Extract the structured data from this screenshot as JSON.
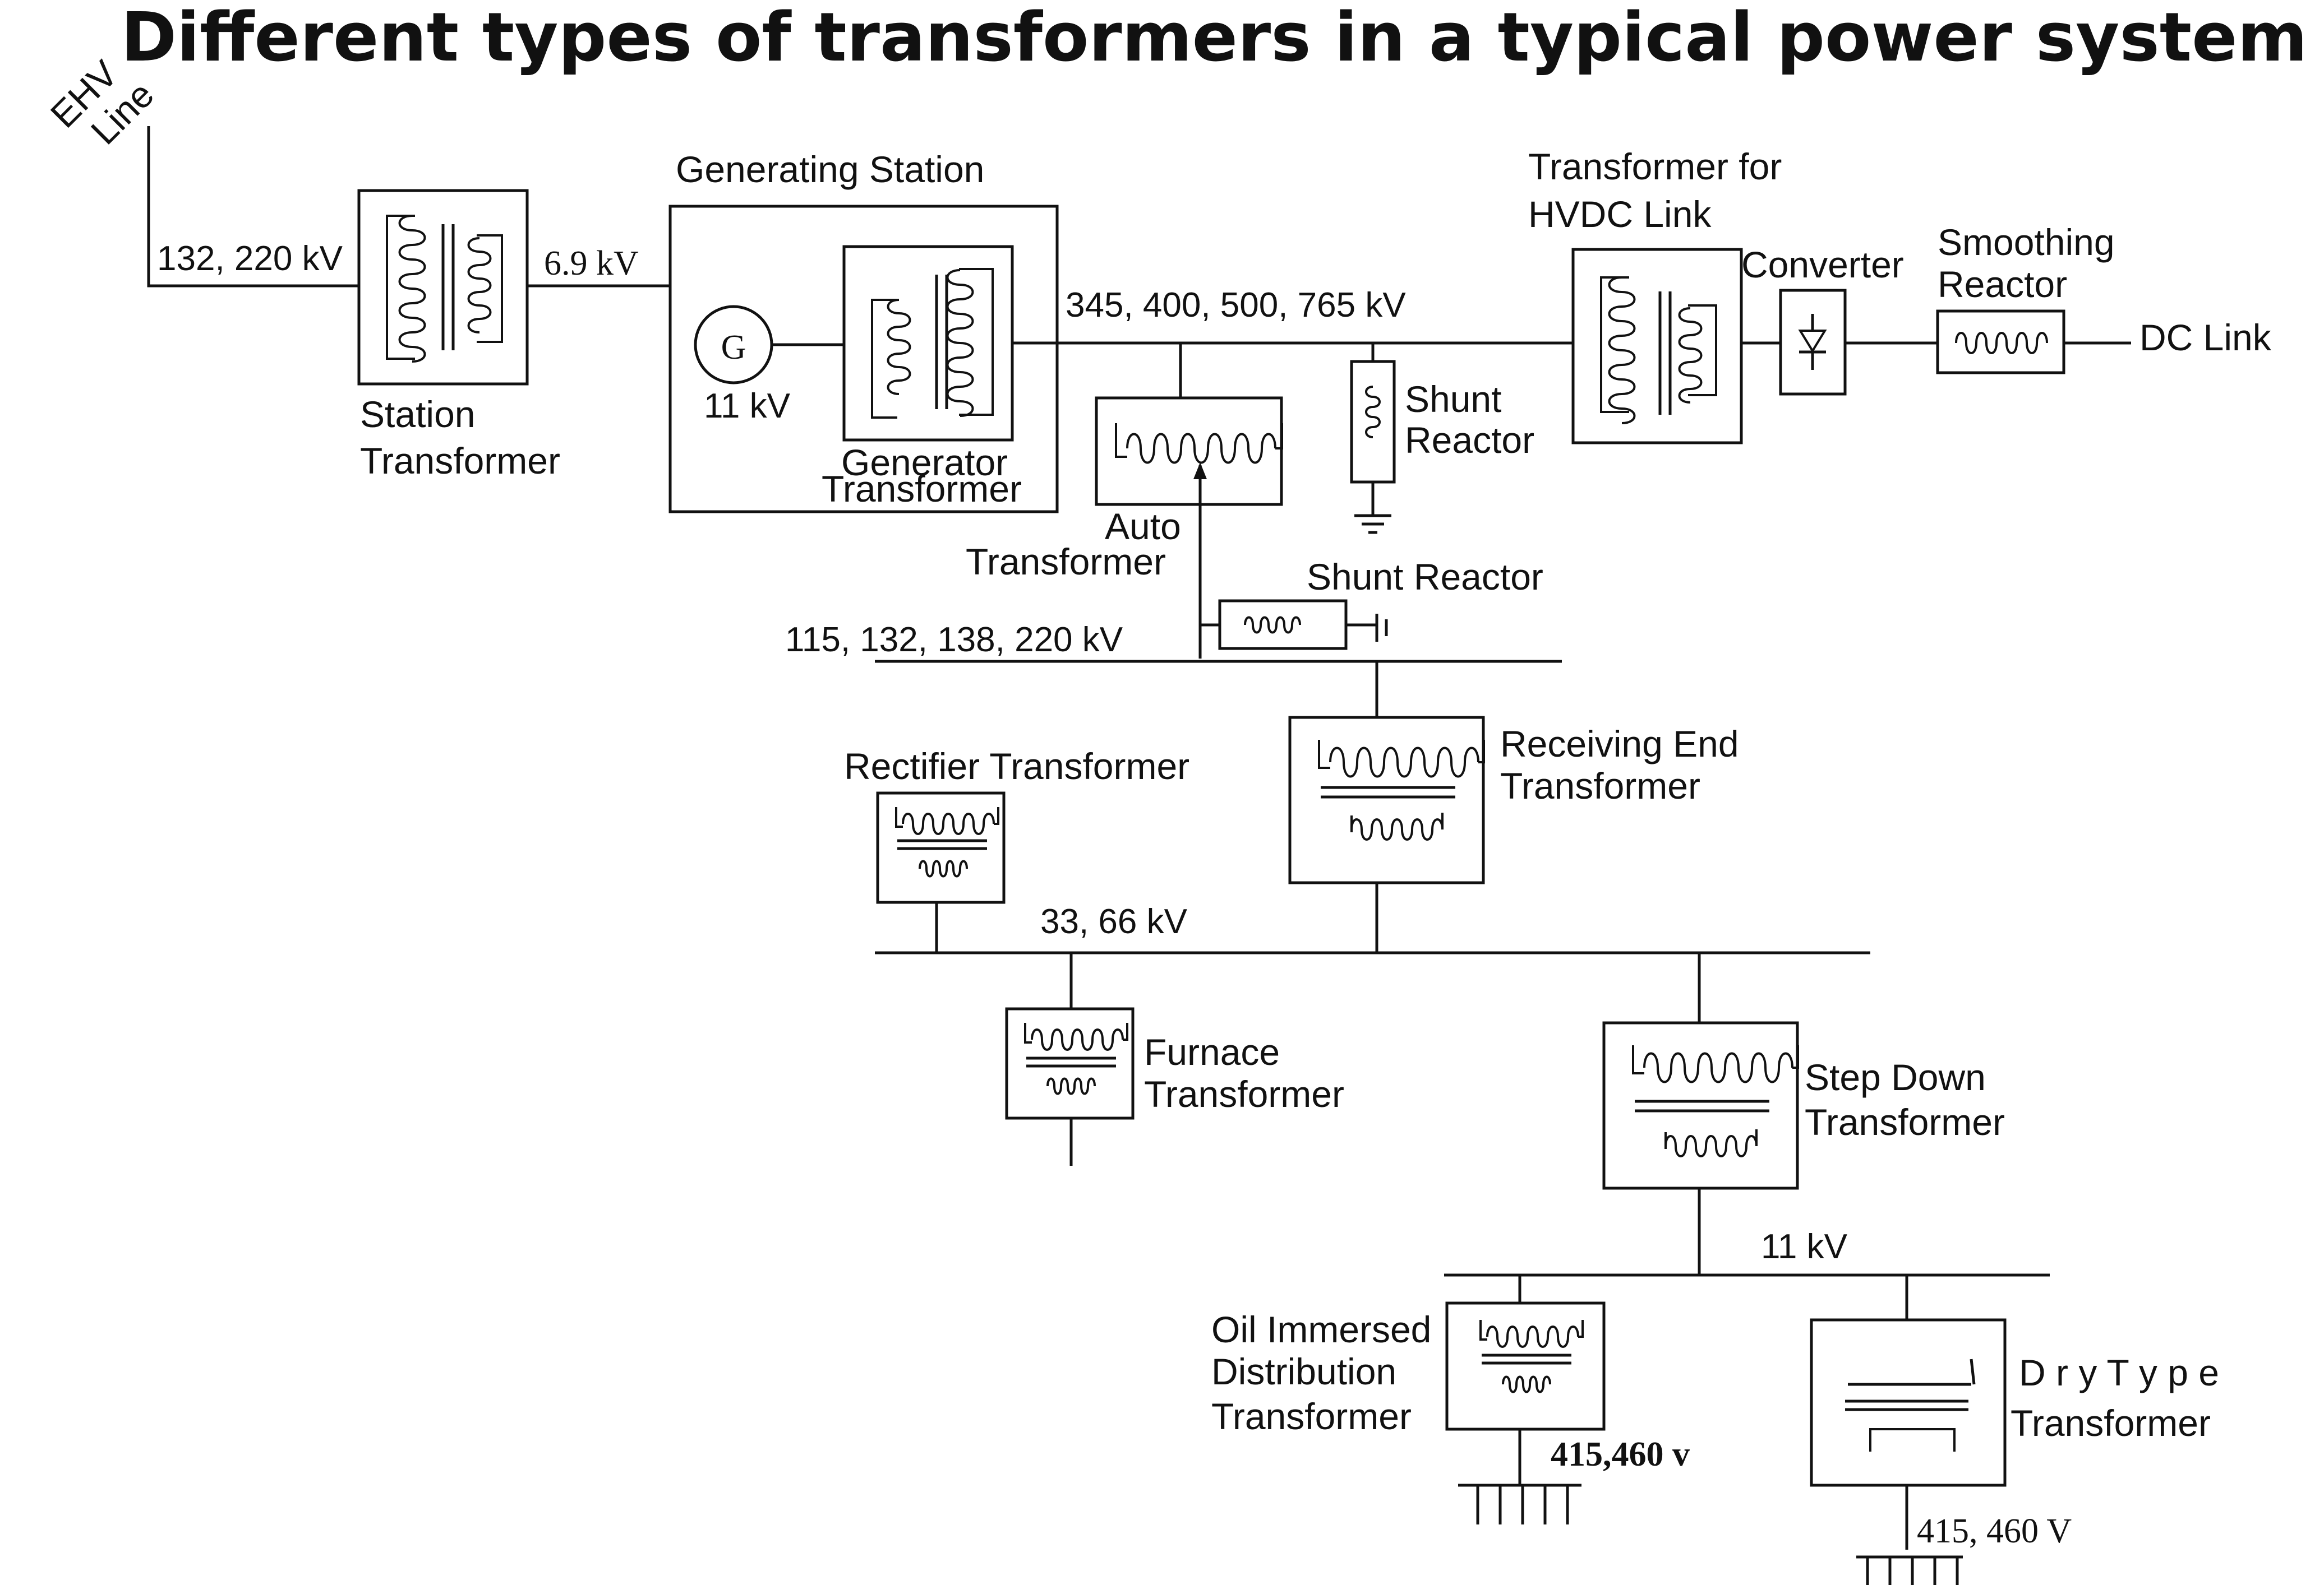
{
  "title": "Different types of transformers in a typical power system",
  "labels": {
    "ehv": "EHV",
    "line": "Line",
    "v_132_220": "132, 220 kV",
    "v_6_9": "6.9 kV",
    "station_transformer_1": "Station",
    "station_transformer_2": "Transformer",
    "generating_station": "Generating Station",
    "generator_symbol": "G",
    "v_11_gen": "11 kV",
    "generator_transformer_1": "Generator",
    "generator_transformer_2": "Transformer",
    "v_345": "345, 400, 500, 765 kV",
    "auto_transformer_1": "Auto",
    "auto_transformer_2": "Transformer",
    "shunt_reactor_top_1": "Shunt",
    "shunt_reactor_top_2": "Reactor",
    "hvdc_transformer_1": "Transformer for",
    "hvdc_transformer_2": "HVDC Link",
    "converter": "Converter",
    "smoothing_reactor_1": "Smoothing",
    "smoothing_reactor_2": "Reactor",
    "dc_link": "DC Link",
    "shunt_reactor_mid": "Shunt Reactor",
    "v_115": "115, 132, 138, 220 kV",
    "rectifier_transformer": "Rectifier Transformer",
    "receiving_end_1": "Receiving End",
    "receiving_end_2": "Transformer",
    "v_33_66": "33, 66 kV",
    "furnace_1": "Furnace",
    "furnace_2": "Transformer",
    "step_down_1": "Step Down",
    "step_down_2": "Transformer",
    "v_11_dist": "11 kV",
    "oil_1": "Oil Immersed",
    "oil_2": "Distribution",
    "oil_3": "Transformer",
    "v_415_oil": "415,460 v",
    "dry_1": "D r y T y p e",
    "dry_2": "Transformer",
    "v_415_dry": "415, 460 V"
  }
}
